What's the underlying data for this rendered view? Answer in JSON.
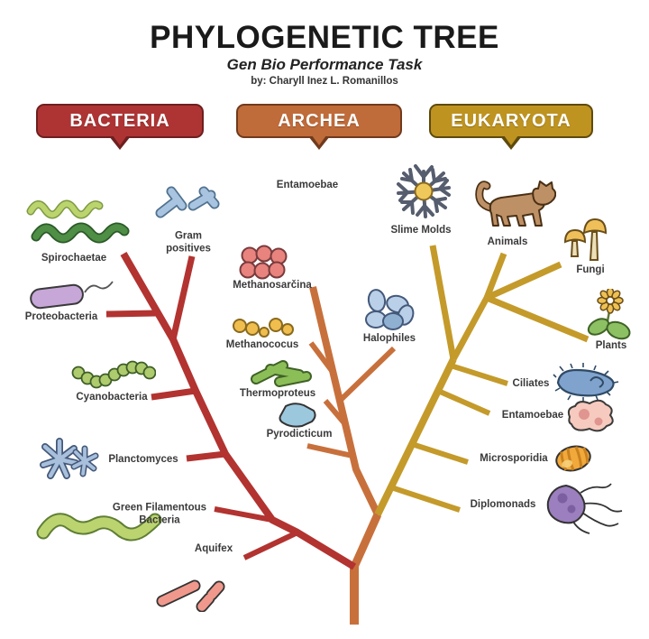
{
  "header": {
    "title": "PHYLOGENETIC TREE",
    "subtitle": "Gen Bio Performance Task",
    "byline": "by: Charyll Inez L. Romanillos"
  },
  "domains": [
    {
      "id": "bacteria",
      "label": "BACTERIA",
      "badge_fill": "#AE3434",
      "badge_border": "#6E1F1F",
      "branch_color": "#B23330",
      "taxa": [
        "Spirochaetae",
        "Gram positives",
        "Proteobacteria",
        "Cyanobacteria",
        "Planctomyces",
        "Green Filamentous Bacteria",
        "Aquifex"
      ]
    },
    {
      "id": "archea",
      "label": "ARCHEA",
      "badge_fill": "#C06B3A",
      "badge_border": "#703A1C",
      "branch_color": "#C8703C",
      "taxa": [
        "Methanosarčina",
        "Methanococus",
        "Halophiles",
        "Thermoproteus",
        "Pyrodicticum"
      ]
    },
    {
      "id": "eukaryota",
      "label": "EUKARYOTA",
      "badge_fill": "#BE9320",
      "badge_border": "#5E4A0E",
      "branch_color": "#C49A2A",
      "taxa": [
        "Entamoebae",
        "Slime Molds",
        "Animals",
        "Fungi",
        "Plants",
        "Ciliates",
        "Entamoebae",
        "Microsporidia",
        "Diplomonads"
      ]
    }
  ],
  "taxa": {
    "spirochaetae": "Spirochaetae",
    "gram_positives": "Gram\npositives",
    "proteobacteria": "Proteobacteria",
    "cyanobacteria": "Cyanobacteria",
    "planctomyces": "Planctomyces",
    "green_filamentous": "Green Filamentous\nBacteria",
    "aquifex": "Aquifex",
    "methanosarcina": "Methanosarčina",
    "methanococus": "Methanococus",
    "halophiles": "Halophiles",
    "thermoproteus": "Thermoproteus",
    "pyrodicticum": "Pyrodicticum",
    "entamoebae_top": "Entamoebae",
    "slime_molds": "Slime Molds",
    "animals": "Animals",
    "fungi": "Fungi",
    "plants": "Plants",
    "ciliates": "Ciliates",
    "entamoebae": "Entamoebae",
    "microsporidia": "Microsporidia",
    "diplomonads": "Diplomonads"
  },
  "colors": {
    "bacteria_branch": "#B23330",
    "archea_branch": "#C8703C",
    "eukaryota_branch": "#C49A2A",
    "label_text": "#3a3a3a",
    "badge_text": "#ffffff"
  }
}
